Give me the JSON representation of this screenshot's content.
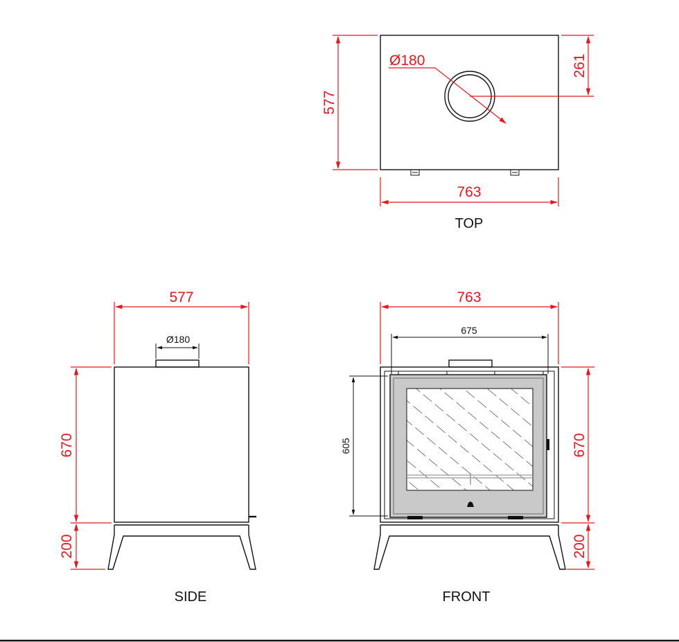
{
  "colors": {
    "dimension": "#e8161b",
    "outline": "#111111",
    "door": "#c9c9c9"
  },
  "top_view": {
    "label": "TOP",
    "width_dim": "763",
    "depth_dim": "577",
    "flue_offset_dim": "261",
    "flue_diameter_dim": "Ø180"
  },
  "side_view": {
    "label": "SIDE",
    "width_dim": "577",
    "flue_diameter_dim": "Ø180",
    "body_height_dim": "670",
    "leg_height_dim": "200"
  },
  "front_view": {
    "label": "FRONT",
    "width_dim": "763",
    "door_width_dim": "675",
    "door_height_dim": "605",
    "body_height_dim": "670",
    "leg_height_dim": "200"
  }
}
